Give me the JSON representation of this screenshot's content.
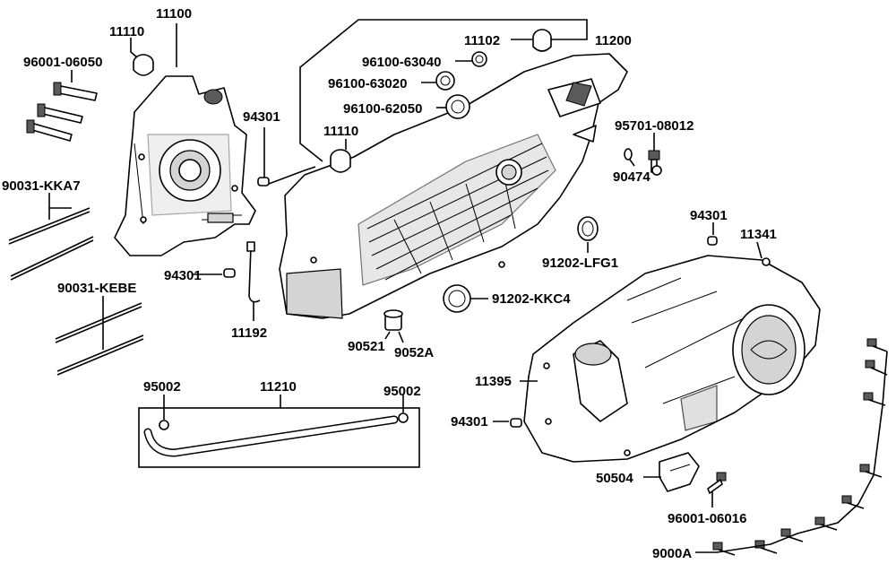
{
  "labels": {
    "l11100": "11100",
    "l11110a": "11110",
    "l96001_06050": "96001-06050",
    "l94301a": "94301",
    "l90031_KKA7": "90031-KKA7",
    "l94301b": "94301",
    "l90031_KEBE": "90031-KEBE",
    "l11192": "11192",
    "l11102": "11102",
    "l11200": "11200",
    "l96100_63040": "96100-63040",
    "l96100_63020": "96100-63020",
    "l96100_62050": "96100-62050",
    "l11110b": "11110",
    "l95701_08012": "95701-08012",
    "l90474": "90474",
    "l91202_LFG1": "91202-LFG1",
    "l94301c": "94301",
    "l11341": "11341",
    "l91202_KKC4": "91202-KKC4",
    "l90521": "90521",
    "l9052A": "9052A",
    "l95002a": "95002",
    "l11210": "11210",
    "l95002b": "95002",
    "l11395": "11395",
    "l94301d": "94301",
    "l50504": "50504",
    "l96001_06016": "96001-06016",
    "l9000A": "9000A"
  }
}
